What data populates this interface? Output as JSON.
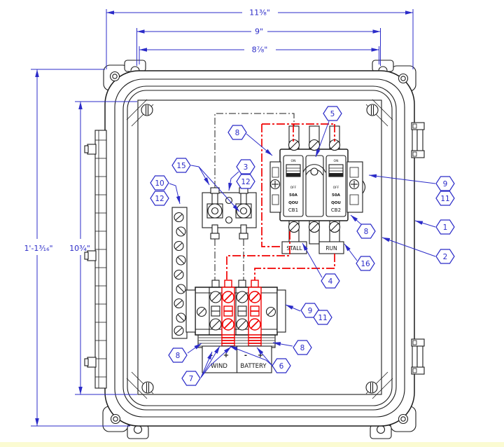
{
  "title": "Enclosure assembly drawing",
  "colors": {
    "dimension_blue": "#2b2bc8",
    "wire_red": "#f10000",
    "line_black": "#1c1c1c",
    "background": "#ffffff",
    "footer_strip": "#fbfbd2"
  },
  "dimensions": {
    "top": [
      {
        "label": "11³⁄₈\""
      },
      {
        "label": "9\""
      },
      {
        "label": "8⁷⁄₈\""
      }
    ],
    "left": [
      {
        "label": "1'-1³⁄₁₆\""
      },
      {
        "label": "10³⁄₄\""
      }
    ]
  },
  "breakers": {
    "cb1": {
      "on": "ON",
      "off": "OFF",
      "rating": "50A",
      "series": "QOU",
      "name": "CB1"
    },
    "cb2": {
      "on": "ON",
      "off": "OFF",
      "rating": "50A",
      "series": "QOU",
      "name": "CB2"
    }
  },
  "labels": {
    "stall": "STALL",
    "run": "RUN",
    "wind": "WIND",
    "battery": "BATTERY",
    "minus": "-",
    "plus": "+"
  },
  "callouts": [
    {
      "label": "15"
    },
    {
      "label": "3"
    },
    {
      "label": "12"
    },
    {
      "label": "10"
    },
    {
      "label": "12"
    },
    {
      "label": "8"
    },
    {
      "label": "5"
    },
    {
      "label": "9"
    },
    {
      "label": "11"
    },
    {
      "label": "8"
    },
    {
      "label": "1"
    },
    {
      "label": "2"
    },
    {
      "label": "16"
    },
    {
      "label": "4"
    },
    {
      "label": "9"
    },
    {
      "label": "11"
    },
    {
      "label": "8"
    },
    {
      "label": "8"
    },
    {
      "label": "6"
    },
    {
      "label": "7"
    }
  ]
}
